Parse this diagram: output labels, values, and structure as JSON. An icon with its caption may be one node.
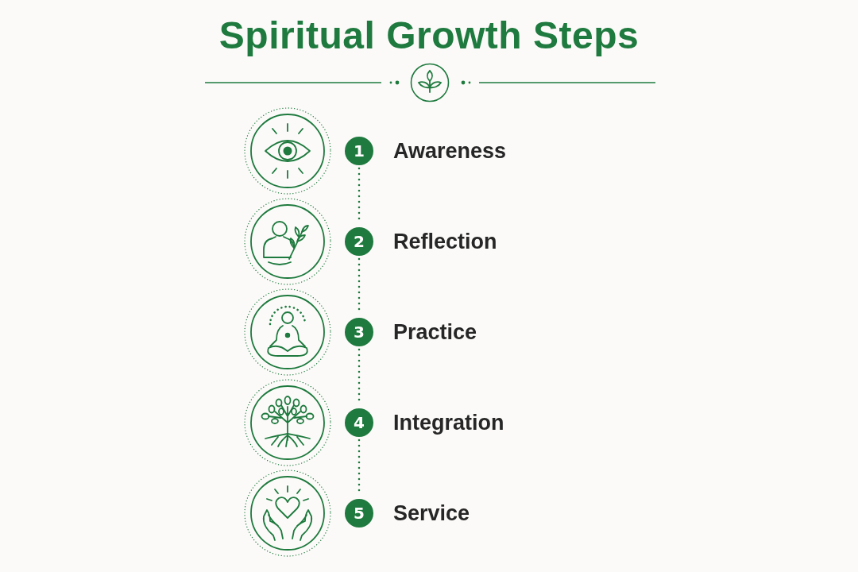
{
  "diagram": {
    "title": "Spiritual Growth Steps",
    "nodes": [
      {
        "text": [
          "1"
        ],
        "beside": [
          "Awareness"
        ]
      },
      {
        "text": [
          "2"
        ],
        "beside": [
          "Reflection"
        ]
      },
      {
        "text": [
          "3"
        ],
        "beside": [
          "Practice"
        ]
      },
      {
        "text": [
          "4"
        ],
        "beside": [
          "Integration"
        ]
      },
      {
        "text": [
          "5"
        ],
        "beside": [
          "Service"
        ]
      }
    ],
    "edges": [
      {
        "from": 0,
        "to": 1,
        "arrow": "none",
        "style": "dashed"
      },
      {
        "from": 1,
        "to": 2,
        "arrow": "none",
        "style": "dashed"
      },
      {
        "from": 2,
        "to": 3,
        "arrow": "none",
        "style": "dashed"
      },
      {
        "from": 3,
        "to": 4,
        "arrow": "none",
        "style": "dashed"
      }
    ]
  }
}
